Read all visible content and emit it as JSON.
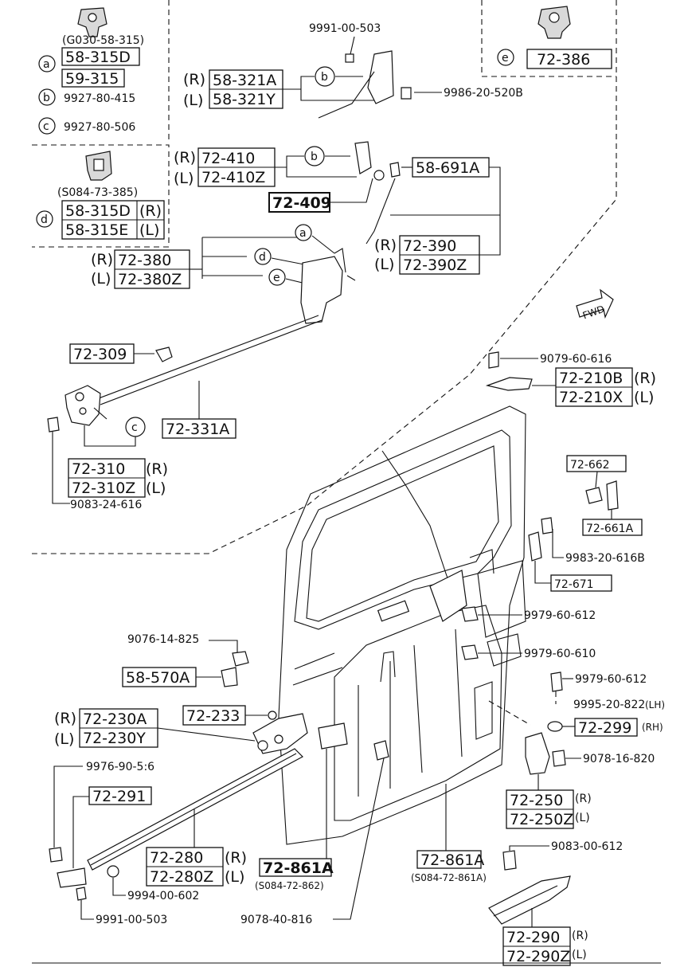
{
  "callouts": {
    "a": "a",
    "b": "b",
    "c": "c",
    "d": "d",
    "e": "e"
  },
  "legend": {
    "ref_a": "(G030-58-315)",
    "a_line1": "58-315D",
    "a_line2": "59-315",
    "b_text": "9927-80-415",
    "c_text": "9927-80-506",
    "ref_d": "(S084-73-385)",
    "d_line1": "58-315D",
    "d_line1_side": "(R)",
    "d_line2": "58-315E",
    "d_line2_side": "(L)",
    "e_text": "72-386"
  },
  "sides": {
    "r": "(R)",
    "l": "(L)",
    "rh": "(RH)",
    "lh": "(LH)"
  },
  "parts": {
    "p9991_00_503_top": "9991-00-503",
    "p58_321A": "58-321A",
    "p58_321Y": "58-321Y",
    "p9986_20_520B": "9986-20-520B",
    "p72_410": "72-410",
    "p72_410Z": "72-410Z",
    "p72_409": "72-409",
    "p58_691A": "58-691A",
    "p72_390": "72-390",
    "p72_390Z": "72-390Z",
    "p72_380": "72-380",
    "p72_380Z": "72-380Z",
    "p72_309": "72-309",
    "p72_331A": "72-331A",
    "p72_310": "72-310",
    "p72_310Z": "72-310Z",
    "p9083_24_616": "9083-24-616",
    "p9079_60_616": "9079-60-616",
    "p72_210B": "72-210B",
    "p72_210X": "72-210X",
    "fwd": "FWD",
    "p72_662": "72-662",
    "p72_661A": "72-661A",
    "p9983_20_616B": "9983-20-616B",
    "p72_671": "72-671",
    "p9979_60_612_a": "9979-60-612",
    "p9979_60_610": "9979-60-610",
    "p9076_14_825": "9076-14-825",
    "p58_570A": "58-570A",
    "p9979_60_612_b": "9979-60-612",
    "p9995_20_822": "9995-20-822",
    "p72_299": "72-299",
    "p72_233": "72-233",
    "p72_230A": "72-230A",
    "p72_230Y": "72-230Y",
    "p9078_16_820": "9078-16-820",
    "p9976_90_516": "9976-90-5:6",
    "p72_291": "72-291",
    "p72_250": "72-250",
    "p72_250Z": "72-250Z",
    "p72_280": "72-280",
    "p72_280Z": "72-280Z",
    "p72_861A_left": "72-861A",
    "ref_861_left": "(S084-72-862)",
    "p72_861A_right": "72-861A",
    "ref_861_right": "(S084-72-861A)",
    "p9083_00_612": "9083-00-612",
    "p9994_00_602": "9994-00-602",
    "p9078_40_816": "9078-40-816",
    "p9991_00_503_bottom": "9991-00-503",
    "p72_290": "72-290",
    "p72_290Z": "72-290Z"
  }
}
